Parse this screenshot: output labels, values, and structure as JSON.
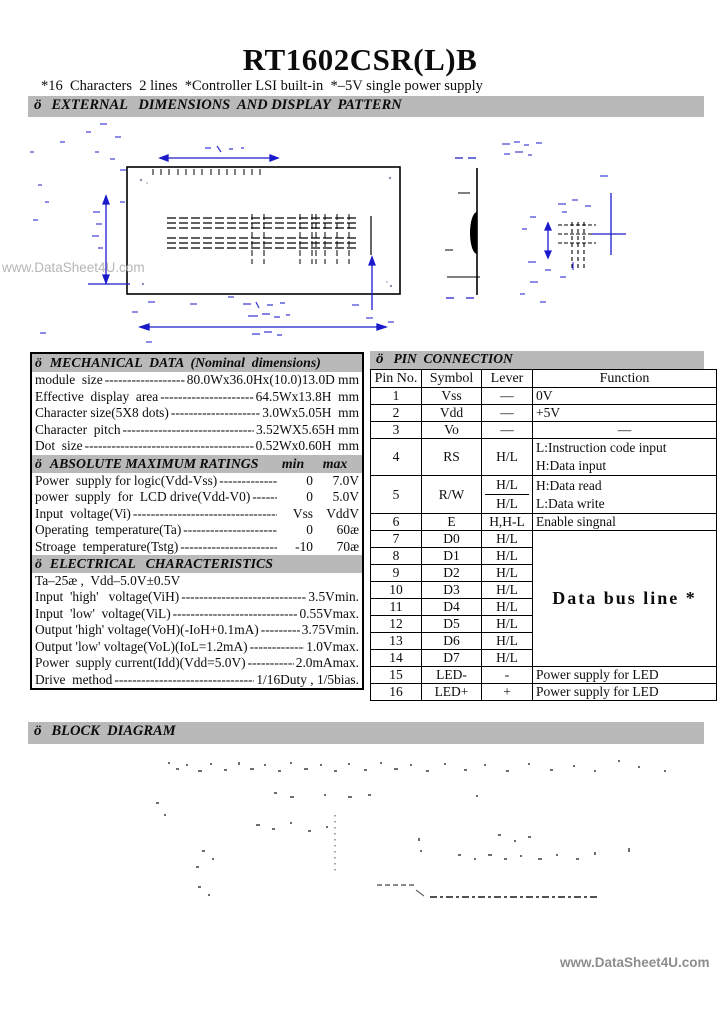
{
  "page": {
    "title": "RT1602CSR(L)B",
    "subtitle": "*16  Characters  2 lines  *Controller LSI built-in  *–5V single power supply",
    "watermark_left": "www.DataSheet4U.com",
    "watermark_bottom": "www.DataSheet4U.com",
    "bar_color": "#b9b9b9",
    "drawing_blue": "#1a1acc"
  },
  "sections": {
    "bullet": "ö",
    "external": "EXTERNAL   DIMENSIONS  AND DISPLAY  PATTERN",
    "mechanical": "MECHANICAL  DATA  (Nominal  dimensions)",
    "ratings": "ABSOLUTE MAXIMUM RATINGS",
    "ratings_min": "min",
    "ratings_max": "max",
    "electrical": "ELECTRICAL   CHARACTERISTICS",
    "pin": "PIN  CONNECTION",
    "block": "BLOCK  DIAGRAM"
  },
  "mechanical_rows": [
    {
      "label": "module  size",
      "value": "80.0Wx36.0Hx(10.0)13.0D mm"
    },
    {
      "label": "Effective  display  area",
      "value": "64.5Wx13.8H  mm"
    },
    {
      "label": "Character size(5X8 dots)",
      "value": "3.0Wx5.05H  mm"
    },
    {
      "label": "Character  pitch",
      "value": "3.52WX5.65H mm"
    },
    {
      "label": "Dot  size",
      "value": "0.52Wx0.60H  mm"
    }
  ],
  "ratings_rows": [
    {
      "label": "Power  supply for logic(Vdd-Vss)",
      "min": "0",
      "max": "7.0V"
    },
    {
      "label": "power  supply  for  LCD drive(Vdd-V0)",
      "min": "0",
      "max": "5.0V"
    },
    {
      "label": "Input  voltage(Vi)",
      "min": "Vss",
      "max": "VddV"
    },
    {
      "label": "Operating  temperature(Ta)",
      "min": "0",
      "max": "60æ"
    },
    {
      "label": "Stroage  temperature(Tstg)",
      "min": "-10",
      "max": "70æ"
    }
  ],
  "electrical": {
    "condition": "Ta–25æ ,  Vdd–5.0V±0.5V",
    "rows": [
      {
        "label": "Input  'high'   voltage(ViH)",
        "value": "3.5Vmin."
      },
      {
        "label": "Input  'low'  voltage(ViL)",
        "value": "0.55Vmax."
      },
      {
        "label": "Output 'high' voltage(VoH)(-IoH+0.1mA)",
        "value": "3.75Vmin."
      },
      {
        "label": "Output 'low' voltage(VoL)(IoL=1.2mA)",
        "value": "1.0Vmax."
      },
      {
        "label": "Power  supply current(Idd)(Vdd=5.0V)",
        "value": "2.0mAmax."
      },
      {
        "label": "Drive  method",
        "value": "1/16Duty , 1/5bias."
      }
    ]
  },
  "pin_table": {
    "headers": [
      "Pin No.",
      "Symbol",
      "Lever",
      "Function"
    ],
    "data_bus_label": "Data  bus  line  *",
    "rows": [
      {
        "pin": "1",
        "symbol": "Vss",
        "lever": "—",
        "function": "0V"
      },
      {
        "pin": "2",
        "symbol": "Vdd",
        "lever": "—",
        "function": "+5V"
      },
      {
        "pin": "3",
        "symbol": "Vo",
        "lever": "—",
        "function": "—"
      },
      {
        "pin": "4",
        "symbol": "RS",
        "lever": "H/L",
        "function1": "L:Instruction code input",
        "function2": "H:Data input"
      },
      {
        "pin": "5",
        "symbol": "R/W",
        "lever1": "H/L",
        "lever2": "H/L",
        "function1": "H:Data read",
        "function2": "L:Data write"
      },
      {
        "pin": "6",
        "symbol": "E",
        "lever": "H,H-L",
        "function": "Enable singnal"
      },
      {
        "pin": "7",
        "symbol": "D0",
        "lever": "H/L"
      },
      {
        "pin": "8",
        "symbol": "D1",
        "lever": "H/L"
      },
      {
        "pin": "9",
        "symbol": "D2",
        "lever": "H/L"
      },
      {
        "pin": "10",
        "symbol": "D3",
        "lever": "H/L"
      },
      {
        "pin": "11",
        "symbol": "D4",
        "lever": "H/L"
      },
      {
        "pin": "12",
        "symbol": "D5",
        "lever": "H/L"
      },
      {
        "pin": "13",
        "symbol": "D6",
        "lever": "H/L"
      },
      {
        "pin": "14",
        "symbol": "D7",
        "lever": "H/L"
      },
      {
        "pin": "15",
        "symbol": "LED-",
        "lever": "-",
        "function": "Power supply for LED"
      },
      {
        "pin": "16",
        "symbol": "LED+",
        "lever": "+",
        "function": "Power supply for LED"
      }
    ]
  }
}
